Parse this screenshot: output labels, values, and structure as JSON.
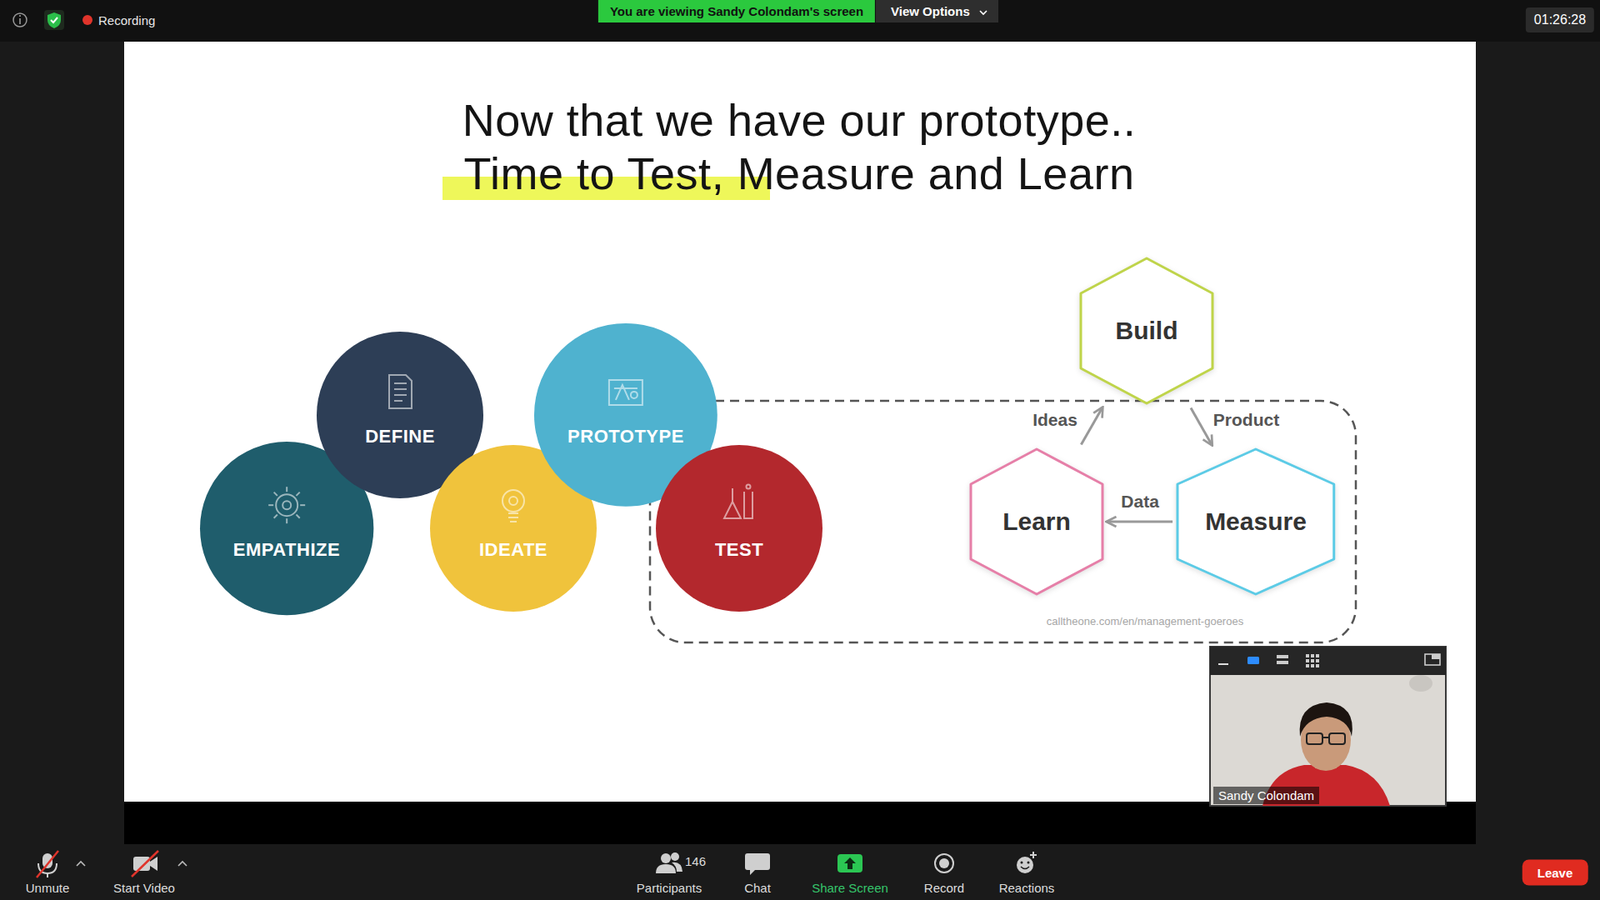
{
  "diagram": {
    "title": "Now that we have our prototype.. Time to Test, Measure and Learn",
    "nodes": [
      {
        "text": [
          "EMPATHIZE"
        ]
      },
      {
        "text": [
          "DEFINE"
        ]
      },
      {
        "text": [
          "IDEATE"
        ]
      },
      {
        "text": [
          "PROTOTYPE"
        ]
      },
      {
        "text": [
          "TEST"
        ]
      },
      {
        "text": [
          "Learn"
        ]
      },
      {
        "text": [
          "Build"
        ]
      },
      {
        "text": [
          "Measure"
        ]
      }
    ],
    "edges": [
      {
        "from": 5,
        "to": 6,
        "label": "Ideas",
        "arrow": "to"
      },
      {
        "from": 6,
        "to": 7,
        "label": "Product",
        "arrow": "to"
      },
      {
        "from": 7,
        "to": 5,
        "label": "Data",
        "arrow": "to"
      }
    ],
    "labels": [
      "Recording",
      "You are viewing Sandy Colondam's screen",
      "View Options",
      "01:26:28",
      "calltheone.com/en/management-goeroes",
      "Sandy Colondam",
      "Unmute",
      "Start Video",
      "146",
      "Participants",
      "Chat",
      "Share Screen",
      "Record",
      "Reactions",
      "Leave"
    ]
  }
}
